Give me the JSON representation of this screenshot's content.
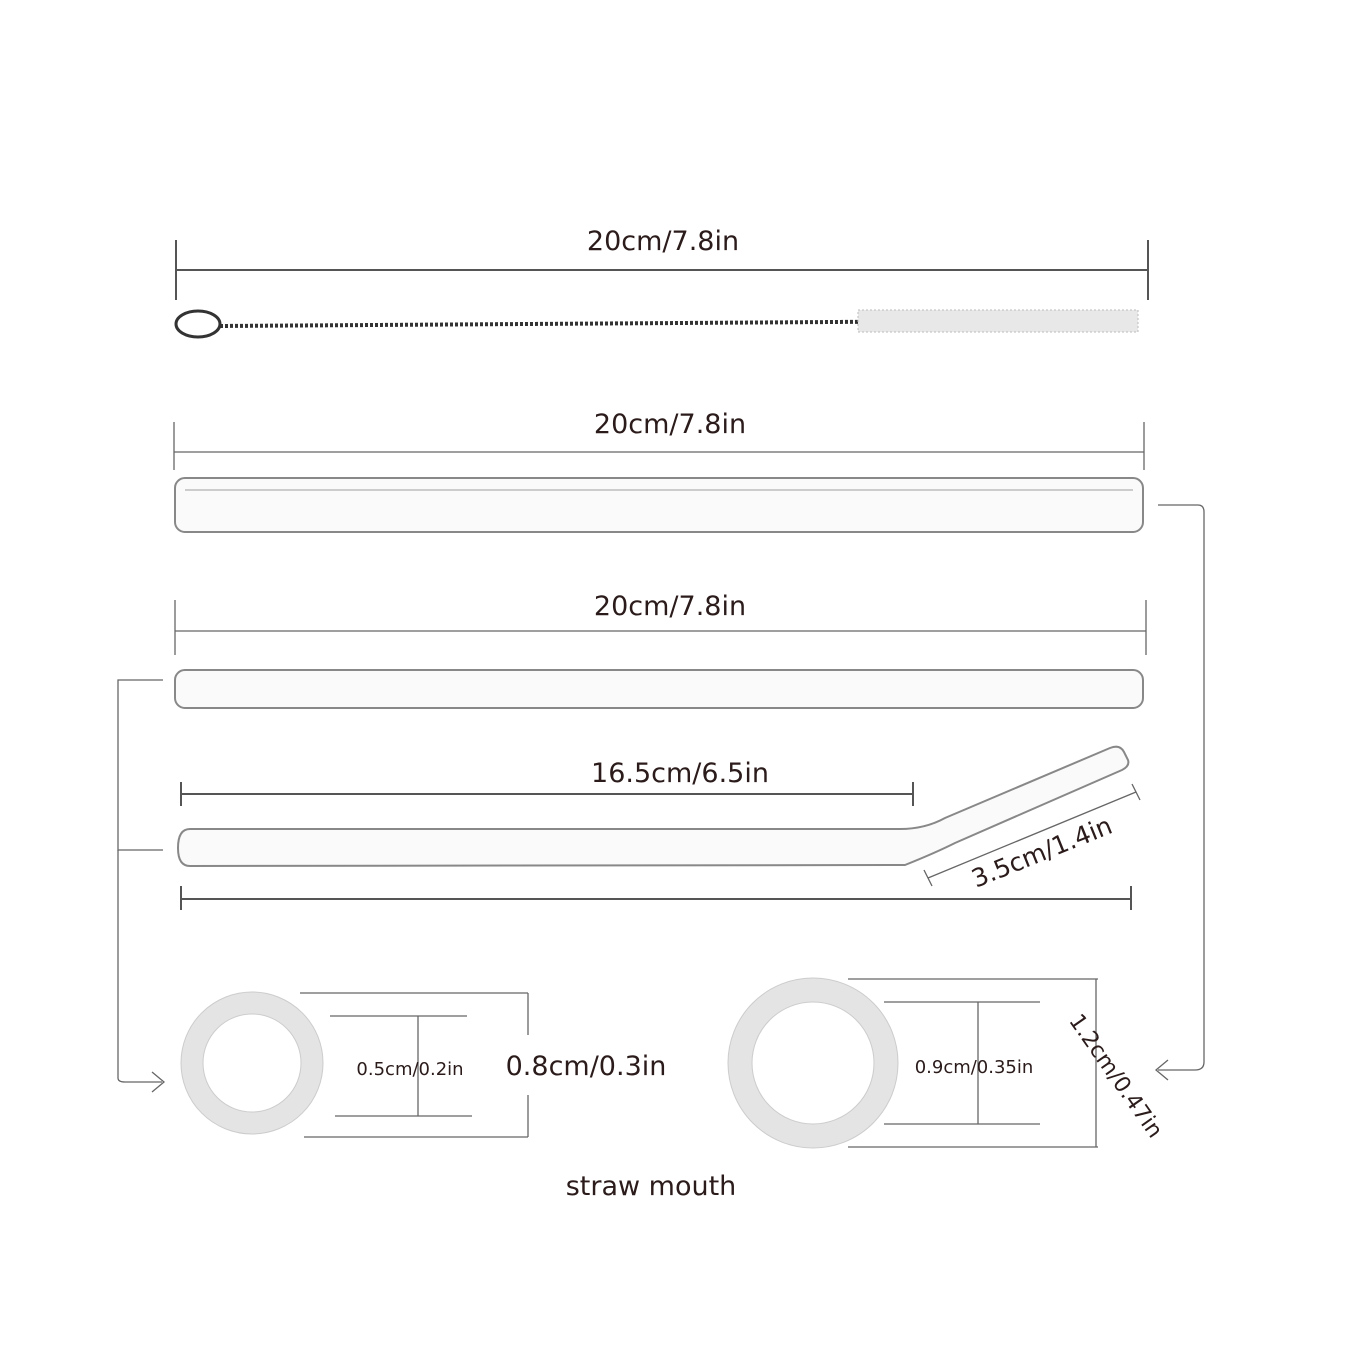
{
  "labels": {
    "brush_length": "20cm/7.8in",
    "wide_straw_length": "20cm/7.8in",
    "narrow_straw_length": "20cm/7.8in",
    "bent_straight_length": "16.5cm/6.5in",
    "bent_tip_length": "3.5cm/1.4in",
    "narrow_inner_diameter": "0.5cm/0.2in",
    "narrow_outer_diameter": "0.8cm/0.3in",
    "wide_inner_diameter": "0.9cm/0.35in",
    "wide_outer_diameter": "1.2cm/0.47in",
    "caption": "straw mouth"
  },
  "colors": {
    "text": "#2b1b1b",
    "lines": "#555555",
    "glass": "#e4e4e4"
  }
}
